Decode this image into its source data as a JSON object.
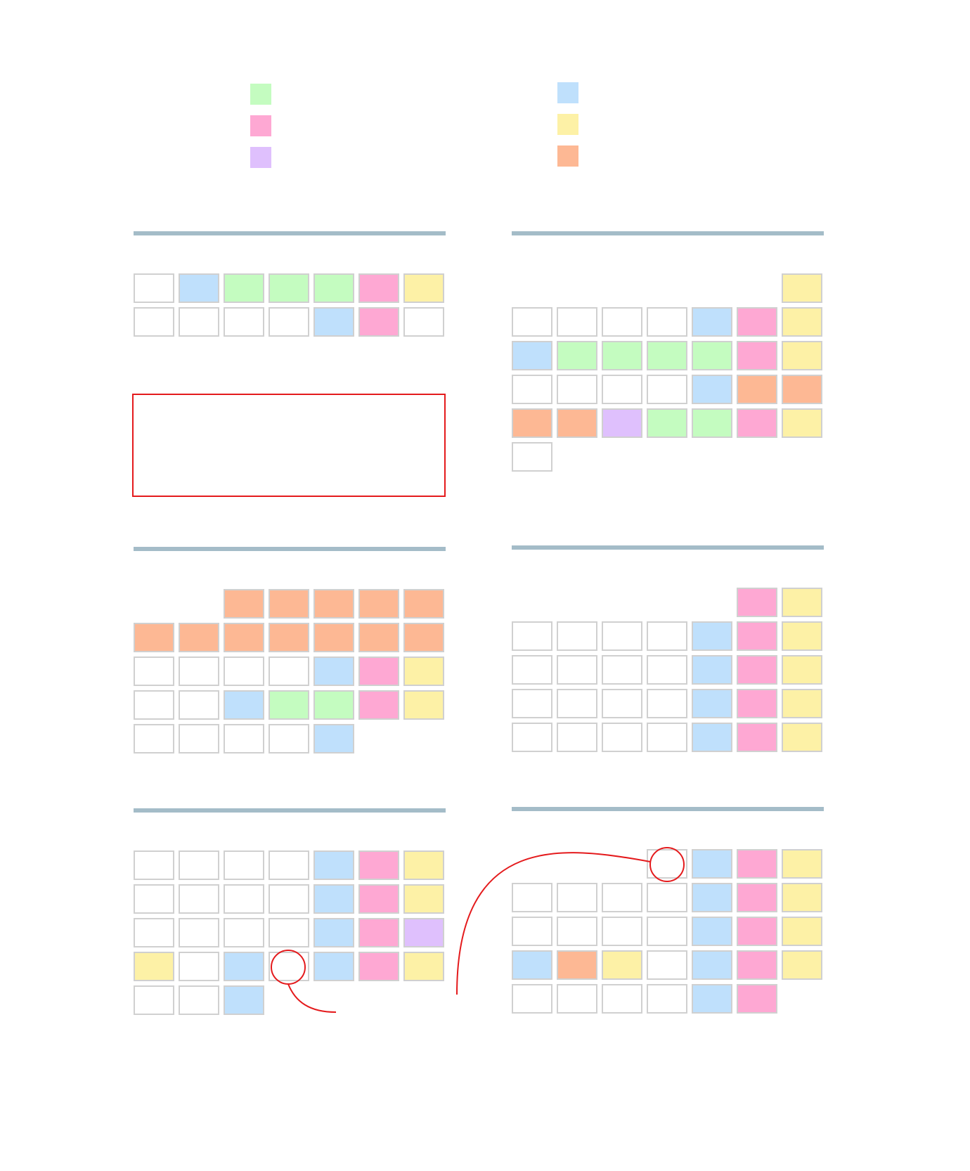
{
  "colors": {
    "empty": "#ffffff",
    "blue": "#bfe0fc",
    "green": "#c4fcc0",
    "pink": "#fea8d3",
    "yellow": "#fdf1a6",
    "purple": "#dfc0fd",
    "orange": "#fdb894",
    "border": "#d0d0d0",
    "rule": "#a4bcc8",
    "annotation": "#e41a1c"
  },
  "legend": {
    "left": [
      {
        "color": "green",
        "label": ""
      },
      {
        "color": "pink",
        "label": ""
      },
      {
        "color": "purple",
        "label": ""
      }
    ],
    "right": [
      {
        "color": "blue",
        "label": ""
      },
      {
        "color": "yellow",
        "label": ""
      },
      {
        "color": "orange",
        "label": ""
      }
    ]
  },
  "panels": [
    {
      "title": "",
      "rows": [
        [
          "empty",
          "blue",
          "green",
          "green",
          "green",
          "pink",
          "yellow"
        ],
        [
          "empty",
          "empty",
          "empty",
          "empty",
          "blue",
          "pink",
          "empty"
        ]
      ]
    },
    {
      "title": "",
      "rows": [
        [
          null,
          null,
          null,
          null,
          null,
          null,
          "yellow"
        ],
        [
          "empty",
          "empty",
          "empty",
          "empty",
          "blue",
          "pink",
          "yellow"
        ],
        [
          "blue",
          "green",
          "green",
          "green",
          "green",
          "pink",
          "yellow"
        ],
        [
          "empty",
          "empty",
          "empty",
          "empty",
          "blue",
          "orange",
          "orange"
        ],
        [
          "orange",
          "orange",
          "purple",
          "green",
          "green",
          "pink",
          "yellow"
        ],
        [
          "empty",
          null,
          null,
          null,
          null,
          null,
          null
        ]
      ]
    },
    {
      "title": "",
      "rows": [
        [
          null,
          null,
          "orange",
          "orange",
          "orange",
          "orange",
          "orange"
        ],
        [
          "orange",
          "orange",
          "orange",
          "orange",
          "orange",
          "orange",
          "orange"
        ],
        [
          "empty",
          "empty",
          "empty",
          "empty",
          "blue",
          "pink",
          "yellow"
        ],
        [
          "empty",
          "empty",
          "blue",
          "green",
          "green",
          "pink",
          "yellow"
        ],
        [
          "empty",
          "empty",
          "empty",
          "empty",
          "blue",
          null,
          null
        ]
      ]
    },
    {
      "title": "",
      "rows": [
        [
          null,
          null,
          null,
          null,
          null,
          "pink",
          "yellow"
        ],
        [
          "empty",
          "empty",
          "empty",
          "empty",
          "blue",
          "pink",
          "yellow"
        ],
        [
          "empty",
          "empty",
          "empty",
          "empty",
          "blue",
          "pink",
          "yellow"
        ],
        [
          "empty",
          "empty",
          "empty",
          "empty",
          "blue",
          "pink",
          "yellow"
        ],
        [
          "empty",
          "empty",
          "empty",
          "empty",
          "blue",
          "pink",
          "yellow"
        ]
      ]
    },
    {
      "title": "",
      "rows": [
        [
          "empty",
          "empty",
          "empty",
          "empty",
          "blue",
          "pink",
          "yellow"
        ],
        [
          "empty",
          "empty",
          "empty",
          "empty",
          "blue",
          "pink",
          "yellow"
        ],
        [
          "empty",
          "empty",
          "empty",
          "empty",
          "blue",
          "pink",
          "purple"
        ],
        [
          "yellow",
          "empty",
          "blue",
          "empty",
          "blue",
          "pink",
          "yellow"
        ],
        [
          "empty",
          "empty",
          "blue",
          null,
          null,
          null,
          null
        ]
      ]
    },
    {
      "title": "",
      "rows": [
        [
          null,
          null,
          null,
          "empty",
          "blue",
          "pink",
          "yellow"
        ],
        [
          "empty",
          "empty",
          "empty",
          "empty",
          "blue",
          "pink",
          "yellow"
        ],
        [
          "empty",
          "empty",
          "empty",
          "empty",
          "blue",
          "pink",
          "yellow"
        ],
        [
          "blue",
          "orange",
          "yellow",
          "empty",
          "blue",
          "pink",
          "yellow"
        ],
        [
          "empty",
          "empty",
          "empty",
          "empty",
          "blue",
          "pink",
          null
        ]
      ]
    }
  ],
  "annotation_note": ""
}
